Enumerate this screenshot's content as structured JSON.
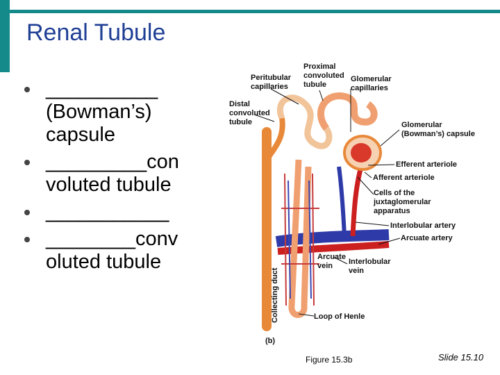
{
  "title": "Renal Tubule",
  "bullets": [
    "__________ (Bowman’s) capsule",
    "_________con voluted tubule",
    "___________",
    "________conv oluted tubule"
  ],
  "figure": {
    "labels": {
      "peritubular": [
        "Peritubular",
        "capillaries"
      ],
      "proximal": [
        "Proximal",
        "convoluted",
        "tubule"
      ],
      "glomerular_cap": [
        "Glomerular",
        "capillaries"
      ],
      "distal": [
        "Distal",
        "convoluted",
        "tubule"
      ],
      "bowmans": [
        "Glomerular",
        "(Bowman’s) capsule"
      ],
      "efferent": "Efferent arteriole",
      "afferent": "Afferent arteriole",
      "cells": [
        "Cells of the",
        "juxtaglomerular",
        "apparatus"
      ],
      "interlobular_artery": "Interlobular artery",
      "arcuate_artery": "Arcuate artery",
      "arcuate_vein": [
        "Arcuate",
        "vein"
      ],
      "interlobular_vein": [
        "Interlobular",
        "vein"
      ],
      "collecting_duct": "Collecting duct",
      "loop": "Loop of Henle",
      "panel": "(b)"
    }
  },
  "caption": "Figure 15.3b",
  "slide_number": "Slide 15.10"
}
